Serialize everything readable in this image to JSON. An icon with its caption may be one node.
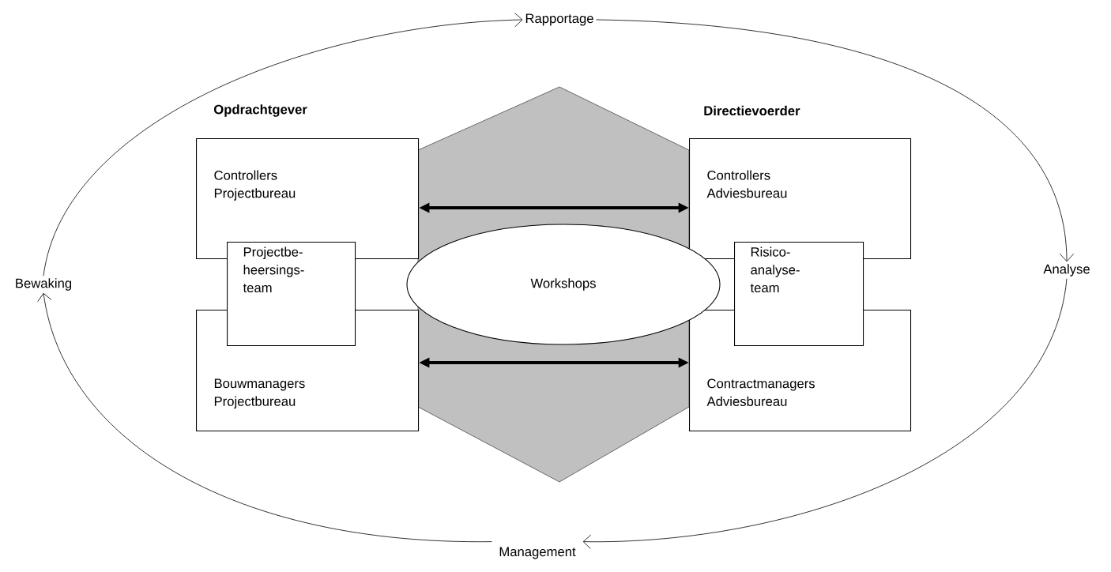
{
  "diagram": {
    "nodes": [
      {
        "text": [
          "Rapportage"
        ]
      },
      {
        "text": [
          "Controllers Projectbureau"
        ]
      },
      {
        "text": [
          "Controllers Adviesbureau"
        ]
      },
      {
        "text": [
          "Analyse"
        ]
      },
      {
        "text": [
          "Bewaking"
        ]
      },
      {
        "text": [
          "Projectbe- heersings- team"
        ]
      },
      {
        "text": [
          "Workshops"
        ]
      },
      {
        "text": [
          "Risico- analyse- team"
        ]
      },
      {
        "text": [
          "Bouwmanagers Projectbureau"
        ]
      },
      {
        "text": [
          "Contractmanagers Adviesbureau"
        ]
      },
      {
        "text": [
          "Management"
        ]
      }
    ],
    "edges": [
      {
        "from": 4,
        "to": 0,
        "arrow": "to"
      },
      {
        "from": 0,
        "to": 3,
        "arrow": "to"
      },
      {
        "from": 3,
        "to": 10,
        "arrow": "to"
      },
      {
        "from": 10,
        "to": 4,
        "arrow": "to"
      },
      {
        "from": 1,
        "to": 2,
        "arrow": "both",
        "style": "thick"
      },
      {
        "from": 8,
        "to": 9,
        "arrow": "both",
        "style": "thick"
      }
    ],
    "labels": [
      "Opdrachtgever",
      "Directievoerder"
    ]
  }
}
